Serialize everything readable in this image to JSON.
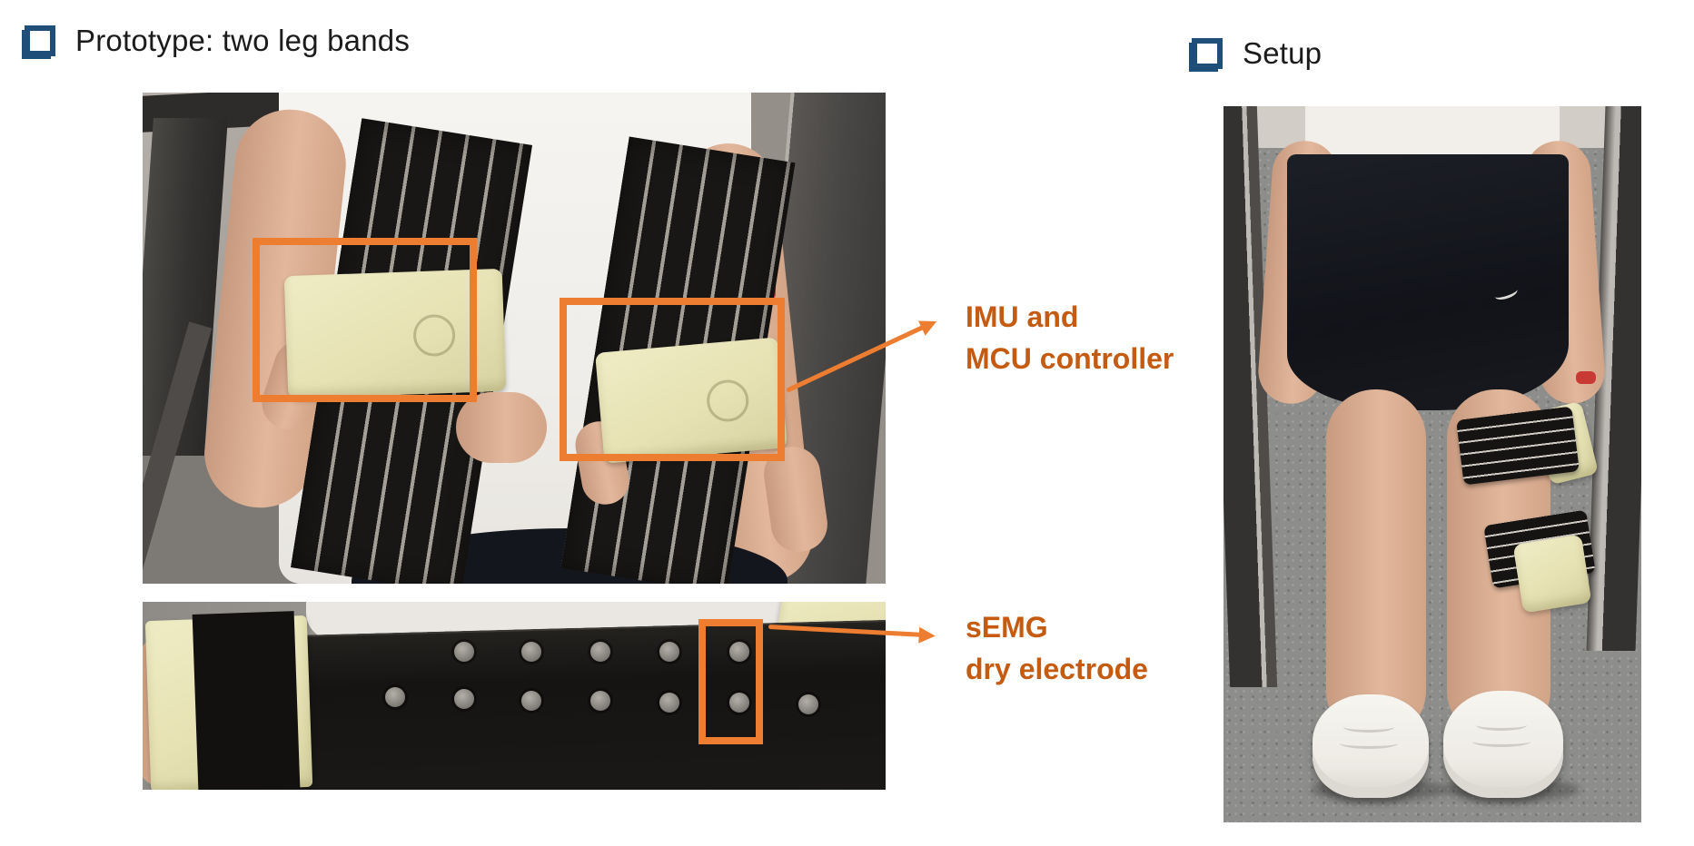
{
  "left": {
    "title": "Prototype: two leg bands"
  },
  "right": {
    "title": "Setup"
  },
  "callouts": {
    "imu": {
      "line1": "IMU and",
      "line2": "MCU controller"
    },
    "semg": {
      "line1": "sEMG",
      "line2": "dry electrode"
    }
  },
  "photos": {
    "prototype": "person holding two black leg bands with cream controller boxes",
    "electrode_band": "stretched leg band showing two rows of dry electrodes",
    "setup": "person wearing thigh and calf bands standing on a treadmill"
  },
  "colors": {
    "highlight_orange": "#ED7D31",
    "callout_text": "#C55A11",
    "bullet_blue": "#1F4E79"
  }
}
